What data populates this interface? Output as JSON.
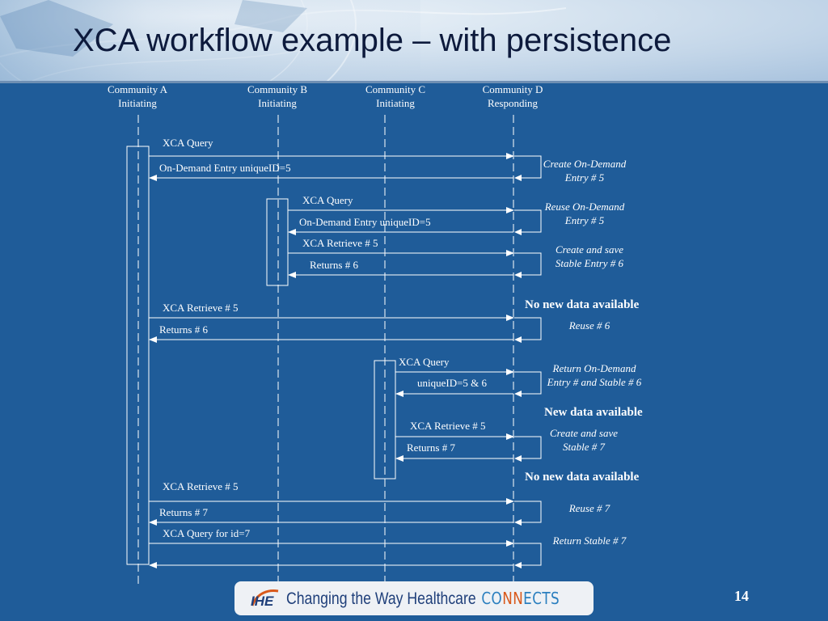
{
  "slide": {
    "title": "XCA workflow example – with persistence",
    "page_number": "14"
  },
  "communities": [
    {
      "name": "Community A",
      "role": "Initiating"
    },
    {
      "name": "Community B",
      "role": "Initiating"
    },
    {
      "name": "Community C",
      "role": "Initiating"
    },
    {
      "name": "Community D",
      "role": "Responding"
    }
  ],
  "messages": [
    {
      "label": "XCA Query"
    },
    {
      "label": "On-Demand Entry uniqueID=5"
    },
    {
      "label": "XCA Query"
    },
    {
      "label": "On-Demand Entry uniqueID=5"
    },
    {
      "label": "XCA Retrieve # 5"
    },
    {
      "label": "Returns # 6"
    },
    {
      "label": "XCA Retrieve # 5"
    },
    {
      "label": "Returns # 6"
    },
    {
      "label": "XCA Query"
    },
    {
      "label": "uniqueID=5 & 6"
    },
    {
      "label": "XCA Retrieve # 5"
    },
    {
      "label": "Returns # 7"
    },
    {
      "label": "XCA Retrieve # 5"
    },
    {
      "label": "Returns # 7"
    },
    {
      "label": "XCA Query for id=7"
    },
    {
      "label": ""
    }
  ],
  "notes": [
    {
      "line1": "Create On-Demand",
      "line2": "Entry # 5"
    },
    {
      "line1": "Reuse On-Demand",
      "line2": "Entry # 5"
    },
    {
      "line1": "Create and save",
      "line2": "Stable Entry # 6"
    },
    {
      "line1": "Reuse # 6",
      "line2": ""
    },
    {
      "line1": "Return On-Demand",
      "line2": "Entry # and Stable # 6"
    },
    {
      "line1": "Create and save",
      "line2": "Stable # 7"
    },
    {
      "line1": "Reuse # 7",
      "line2": ""
    },
    {
      "line1": "Return Stable # 7",
      "line2": ""
    }
  ],
  "banners": [
    {
      "text": "No new data available"
    },
    {
      "text": "New data available"
    },
    {
      "text": "No new data available"
    }
  ],
  "footer": {
    "logo_text": "IHE",
    "tagline": "Changing the Way Healthcare",
    "connects_pre": "CO",
    "connects_nn": "NN",
    "connects_post": "ECTS"
  },
  "colors": {
    "background": "#1f5c99",
    "title": "#0d1a3c",
    "lines": "#ffffff",
    "footer_blue": "#1f3f7a",
    "footer_orange": "#d9591b"
  }
}
